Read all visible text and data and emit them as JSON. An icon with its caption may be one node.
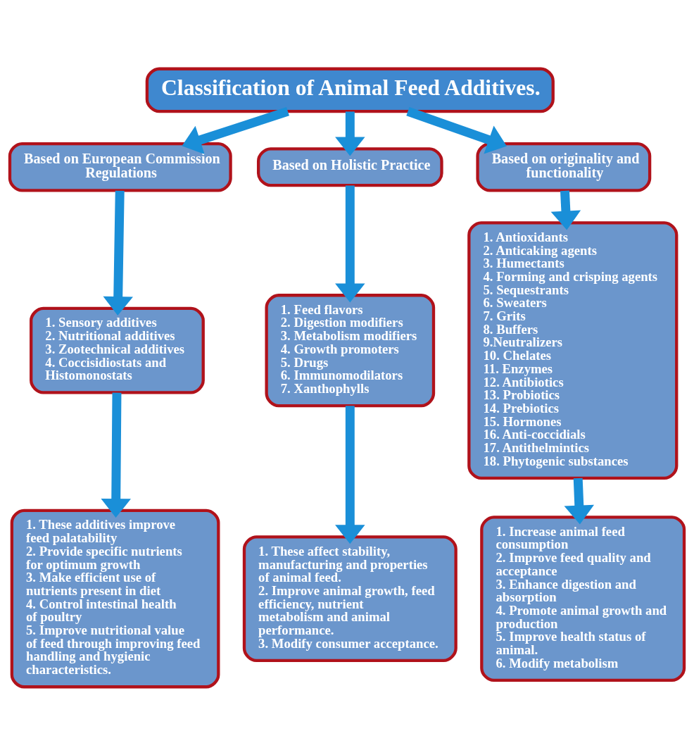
{
  "diagram": {
    "nodes": [
      {
        "text": [
          "Classification of Animal Feed Additives."
        ]
      },
      {
        "text": [
          "Based on European Commission Regulations"
        ]
      },
      {
        "text": [
          "Based on Holistic Practice"
        ]
      },
      {
        "text": [
          "Based on originality and functionality"
        ]
      },
      {
        "text": [
          "1. Sensory additives",
          "2. Nutritional additives",
          "3. Zootechnical additives",
          "4. Coccisidiostats and Histomonostats"
        ]
      },
      {
        "text": [
          "1. These additives improve feed palatability",
          "2. Provide specific nutrients for optimum growth",
          "3. Make efficient use of nutrients present in diet",
          "4. Control intestinal health of poultry",
          "5. Improve nutritional value of feed through improving feed handling and hygienic characteristics."
        ]
      },
      {
        "text": [
          "1. Feed flavors",
          "2. Digestion modifiers",
          "3. Metabolism modifiers",
          "4. Growth promoters",
          "5. Drugs",
          "6. Immunomodilators",
          "7. Xanthophylls"
        ]
      },
      {
        "text": [
          "1. These affect stability, manufacturing and properties of animal feed.",
          "2. Improve animal growth, feed efficiency, nutrient metabolism and animal performance.",
          "3. Modify consumer acceptance."
        ]
      },
      {
        "text": [
          "1. Antioxidants",
          "2. Anticaking agents",
          "3. Humectants",
          "4. Forming and crisping agents",
          "5. Sequestrants",
          "6. Sweaters",
          "7. Grits",
          "8. Buffers",
          "9.Neutralizers",
          "10. Chelates",
          "11. Enzymes",
          "12. Antibiotics",
          "13. Probiotics",
          "14. Prebiotics",
          "15. Hormones",
          "16. Anti-coccidials",
          "17. Antithelmintics",
          "18. Phytogenic substances"
        ]
      },
      {
        "text": [
          "1. Increase animal feed consumption",
          "2. Improve feed quality and acceptance",
          "3. Enhance digestion and absorption",
          "4. Promote animal growth and production",
          "5. Improve health status of animal.",
          "6. Modify metabolism"
        ]
      }
    ],
    "edges": [
      {
        "from": 0,
        "to": 1,
        "arrow": "to"
      },
      {
        "from": 0,
        "to": 2,
        "arrow": "to"
      },
      {
        "from": 0,
        "to": 3,
        "arrow": "to"
      },
      {
        "from": 1,
        "to": 4,
        "arrow": "to"
      },
      {
        "from": 4,
        "to": 5,
        "arrow": "to"
      },
      {
        "from": 2,
        "to": 6,
        "arrow": "to"
      },
      {
        "from": 6,
        "to": 7,
        "arrow": "to"
      },
      {
        "from": 3,
        "to": 8,
        "arrow": "to"
      },
      {
        "from": 8,
        "to": 9,
        "arrow": "to"
      }
    ]
  }
}
